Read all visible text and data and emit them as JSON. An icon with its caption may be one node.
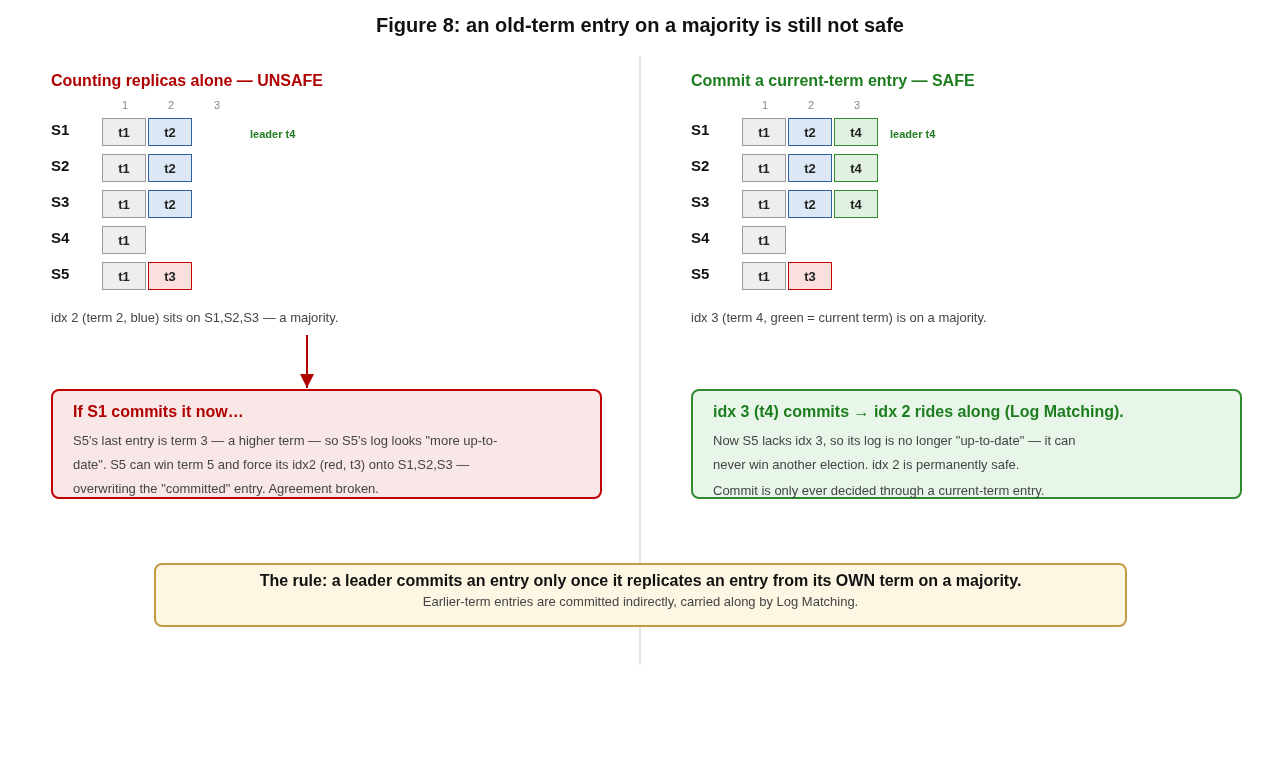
{
  "diagram": {
    "title": "Figure 8: an old-term entry on a majority is still not safe",
    "nodes": [
      {
        "text": [
          "t1"
        ]
      },
      {
        "text": [
          "t2"
        ]
      },
      {
        "text": [
          "t1"
        ]
      },
      {
        "text": [
          "t2"
        ]
      },
      {
        "text": [
          "t1"
        ]
      },
      {
        "text": [
          "t2"
        ]
      },
      {
        "text": [
          "t1"
        ]
      },
      {
        "text": [
          "t1"
        ]
      },
      {
        "text": [
          "t3"
        ]
      },
      {
        "text": [
          "idx 2 (term 2, blue) sits on S1,S2,S3 — a majority."
        ]
      },
      {
        "text": [
          "If S1 commits it now…",
          "S5's last entry is term 3 — a higher term — so S5's log looks \"more up-to-date\". S5 can win term 5 and force its idx2 (red, t3) onto S1,S2,S3 — overwriting the \"committed\" entry. Agreement broken."
        ]
      },
      {
        "text": [
          "t1"
        ]
      },
      {
        "text": [
          "t2"
        ]
      },
      {
        "text": [
          "t4"
        ]
      },
      {
        "text": [
          "t1"
        ]
      },
      {
        "text": [
          "t2"
        ]
      },
      {
        "text": [
          "t4"
        ]
      },
      {
        "text": [
          "t1"
        ]
      },
      {
        "text": [
          "t2"
        ]
      },
      {
        "text": [
          "t4"
        ]
      },
      {
        "text": [
          "t1"
        ]
      },
      {
        "text": [
          "t1"
        ]
      },
      {
        "text": [
          "t3"
        ]
      },
      {
        "text": [
          "idx 3 (t4) commits → idx 2 rides along (Log Matching).",
          "Now S5 lacks idx 3, so its log is no longer \"up-to-date\" — it can never win another election. idx 2 is permanently safe.",
          "Commit is only ever decided through a current-term entry."
        ]
      },
      {
        "text": [
          "The rule: a leader commits an entry only once it replicates an entry from its OWN term on a majority.",
          "Earlier-term entries are committed indirectly, carried along by Log Matching."
        ]
      }
    ],
    "edges": [
      {
        "from": 9,
        "to": 10,
        "arrow": "to"
      }
    ],
    "labels": [
      "Counting replicas alone — UNSAFE",
      "1",
      "2",
      "3",
      "S1",
      "leader t4",
      "S2",
      "S3",
      "S4",
      "S5",
      "Commit a current-term entry — SAFE",
      "1",
      "2",
      "3",
      "S1",
      "leader t4",
      "S2",
      "S3",
      "S4",
      "S5",
      "idx 3 (term 4, green = current term) is on a majority."
    ]
  }
}
